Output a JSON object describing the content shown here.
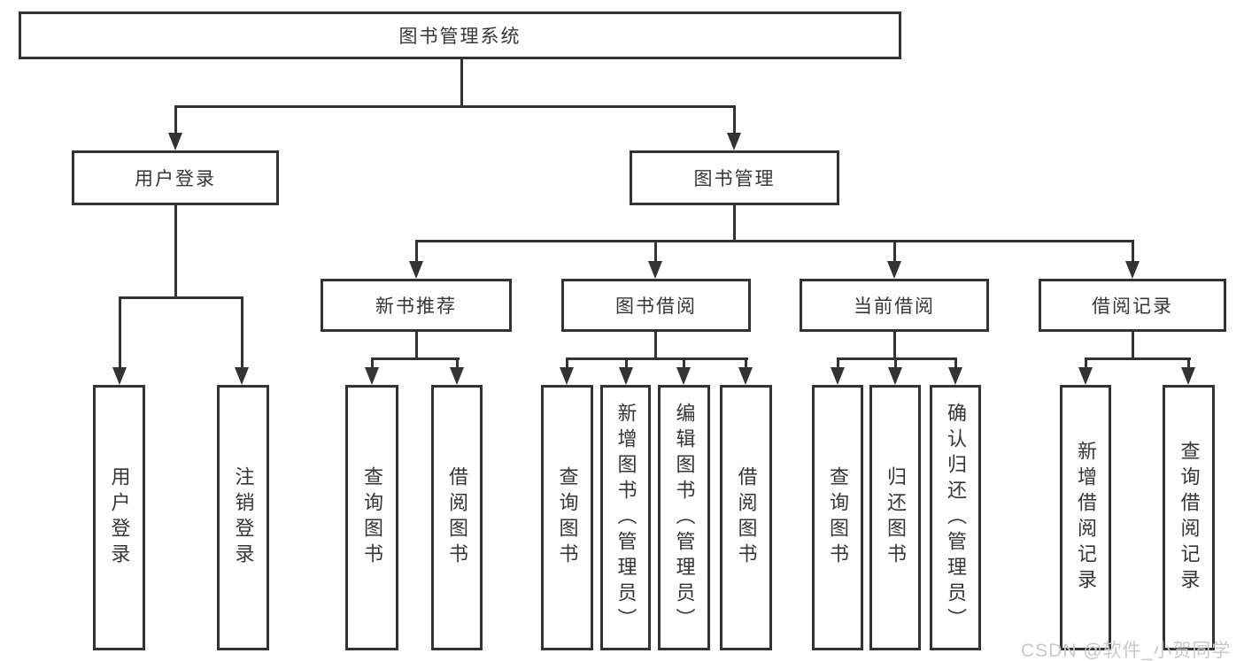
{
  "tree": {
    "label": "图书管理系统",
    "children": [
      {
        "label": "用户登录",
        "children": [
          {
            "label": "用户登录"
          },
          {
            "label": "注销登录"
          }
        ]
      },
      {
        "label": "图书管理",
        "children": [
          {
            "label": "新书推荐",
            "children": [
              {
                "label": "查询图书"
              },
              {
                "label": "借阅图书"
              }
            ]
          },
          {
            "label": "图书借阅",
            "children": [
              {
                "label": "查询图书"
              },
              {
                "label": "新增图书（管理员）"
              },
              {
                "label": "编辑图书（管理员）"
              },
              {
                "label": "借阅图书"
              }
            ]
          },
          {
            "label": "当前借阅",
            "children": [
              {
                "label": "查询图书"
              },
              {
                "label": "归还图书"
              },
              {
                "label": "确认归还（管理员）"
              }
            ]
          },
          {
            "label": "借阅记录",
            "children": [
              {
                "label": "新增借阅记录"
              },
              {
                "label": "查询借阅记录"
              }
            ]
          }
        ]
      }
    ]
  },
  "watermark": {
    "text": "CSDN @软件_小贺同学"
  },
  "colors": {
    "line": "#333333",
    "text": "#363636",
    "watermark": "#c9c9c9",
    "background": "#ffffff"
  }
}
